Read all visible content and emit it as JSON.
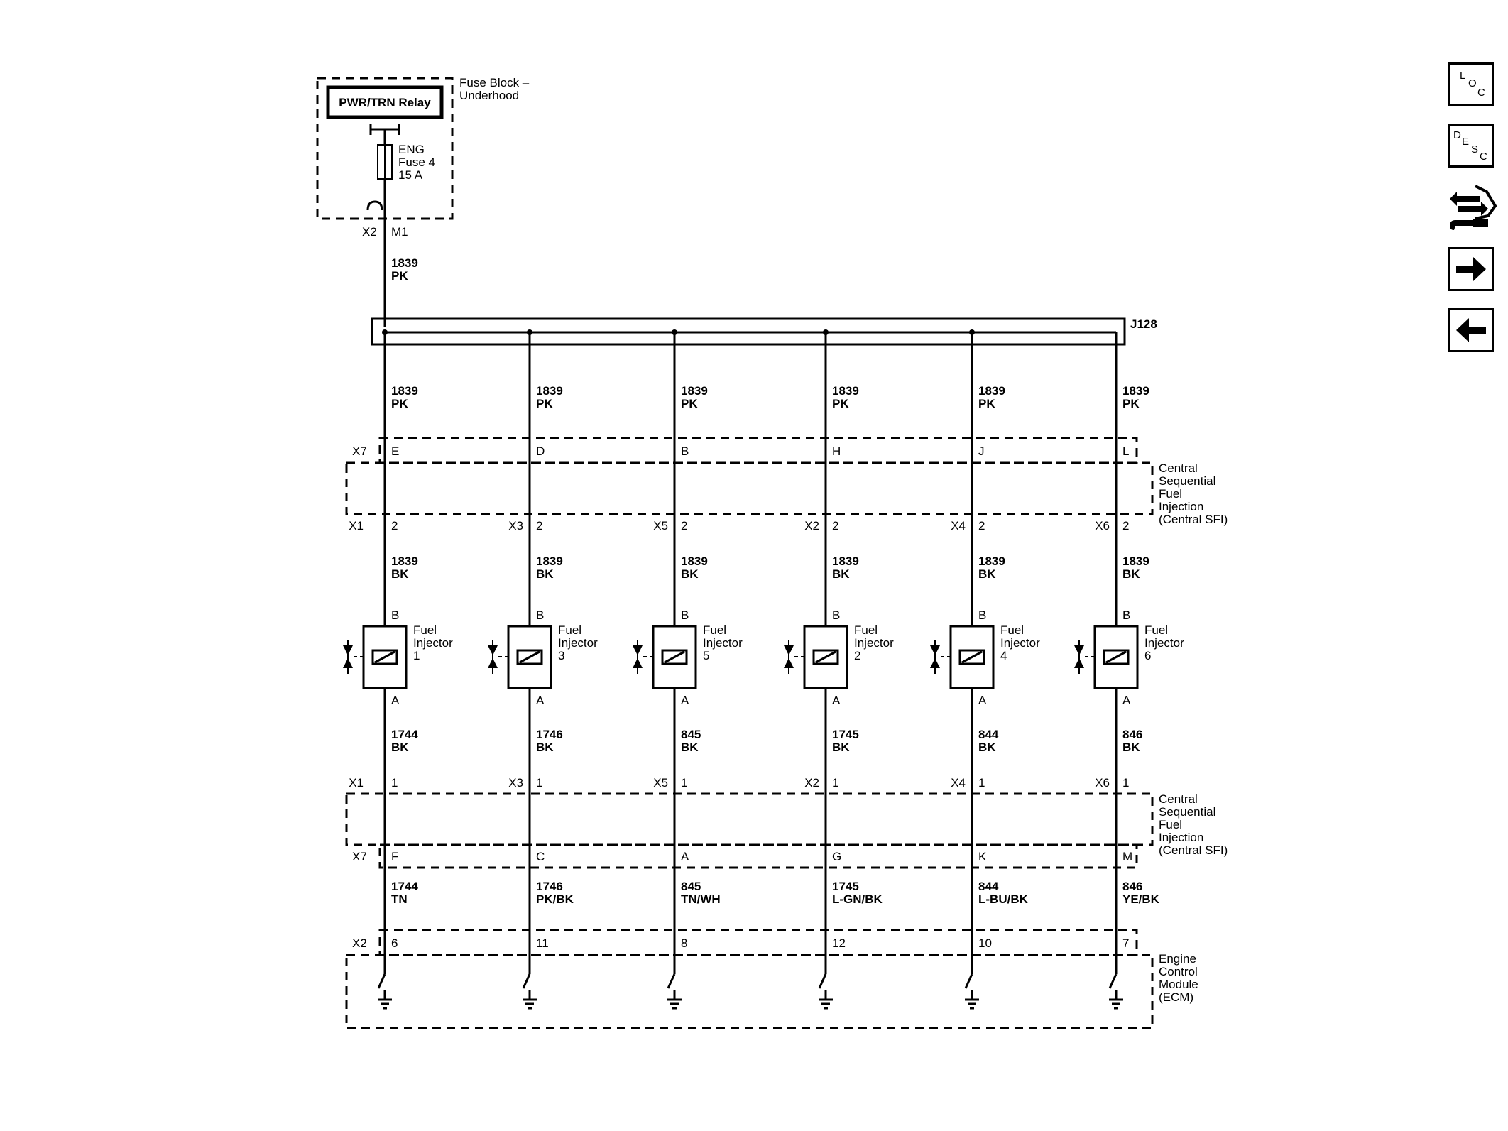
{
  "fuse_block": {
    "title": "Fuse Block –",
    "subtitle": "Underhood",
    "relay": "PWR/TRN Relay",
    "fuse_line1": "ENG",
    "fuse_line2": "Fuse 4",
    "fuse_line3": "15 A",
    "conn": "X2",
    "pin": "M1"
  },
  "feed_wire": {
    "circuit": "1839",
    "color": "PK"
  },
  "splice": {
    "label": "J128"
  },
  "sfi_module": {
    "line1": "Central",
    "line2": "Sequential",
    "line3": "Fuel",
    "line4": "Injection",
    "line5": "(Central SFI)",
    "top_conn": "X7",
    "bottom_conn": "X7"
  },
  "ecm": {
    "line1": "Engine",
    "line2": "Control",
    "line3": "Module",
    "line4": "(ECM)",
    "conn": "X2"
  },
  "branches": [
    {
      "feed_circuit": "1839",
      "feed_color": "PK",
      "x7_top_pin": "E",
      "conn": "X1",
      "pin_top": "2",
      "inj_circuit": "1839",
      "inj_color": "BK",
      "pin_b": "B",
      "label1": "Fuel",
      "label2": "Injector",
      "label3": "1",
      "pin_a": "A",
      "ret_circuit": "1744",
      "ret_color": "BK",
      "pin_bottom": "1",
      "x7_bottom_pin": "F",
      "ecm_circuit": "1744",
      "ecm_color": "TN",
      "ecm_pin": "6"
    },
    {
      "feed_circuit": "1839",
      "feed_color": "PK",
      "x7_top_pin": "D",
      "conn": "X3",
      "pin_top": "2",
      "inj_circuit": "1839",
      "inj_color": "BK",
      "pin_b": "B",
      "label1": "Fuel",
      "label2": "Injector",
      "label3": "3",
      "pin_a": "A",
      "ret_circuit": "1746",
      "ret_color": "BK",
      "pin_bottom": "1",
      "x7_bottom_pin": "C",
      "ecm_circuit": "1746",
      "ecm_color": "PK/BK",
      "ecm_pin": "11"
    },
    {
      "feed_circuit": "1839",
      "feed_color": "PK",
      "x7_top_pin": "B",
      "conn": "X5",
      "pin_top": "2",
      "inj_circuit": "1839",
      "inj_color": "BK",
      "pin_b": "B",
      "label1": "Fuel",
      "label2": "Injector",
      "label3": "5",
      "pin_a": "A",
      "ret_circuit": "845",
      "ret_color": "BK",
      "pin_bottom": "1",
      "x7_bottom_pin": "A",
      "ecm_circuit": "845",
      "ecm_color": "TN/WH",
      "ecm_pin": "8"
    },
    {
      "feed_circuit": "1839",
      "feed_color": "PK",
      "x7_top_pin": "H",
      "conn": "X2",
      "pin_top": "2",
      "inj_circuit": "1839",
      "inj_color": "BK",
      "pin_b": "B",
      "label1": "Fuel",
      "label2": "Injector",
      "label3": "2",
      "pin_a": "A",
      "ret_circuit": "1745",
      "ret_color": "BK",
      "pin_bottom": "1",
      "x7_bottom_pin": "G",
      "ecm_circuit": "1745",
      "ecm_color": "L-GN/BK",
      "ecm_pin": "12"
    },
    {
      "feed_circuit": "1839",
      "feed_color": "PK",
      "x7_top_pin": "J",
      "conn": "X4",
      "pin_top": "2",
      "inj_circuit": "1839",
      "inj_color": "BK",
      "pin_b": "B",
      "label1": "Fuel",
      "label2": "Injector",
      "label3": "4",
      "pin_a": "A",
      "ret_circuit": "844",
      "ret_color": "BK",
      "pin_bottom": "1",
      "x7_bottom_pin": "K",
      "ecm_circuit": "844",
      "ecm_color": "L-BU/BK",
      "ecm_pin": "10"
    },
    {
      "feed_circuit": "1839",
      "feed_color": "PK",
      "x7_top_pin": "L",
      "conn": "X6",
      "pin_top": "2",
      "inj_circuit": "1839",
      "inj_color": "BK",
      "pin_b": "B",
      "label1": "Fuel",
      "label2": "Injector",
      "label3": "6",
      "pin_a": "A",
      "ret_circuit": "846",
      "ret_color": "BK",
      "pin_bottom": "1",
      "x7_bottom_pin": "M",
      "ecm_circuit": "846",
      "ecm_color": "YE/BK",
      "ecm_pin": "7"
    }
  ],
  "nav_buttons": {
    "loc": [
      "L",
      "O",
      "C"
    ],
    "desc": [
      "D",
      "E",
      "S",
      "C"
    ]
  },
  "icons": [
    "connector-list-icon",
    "arrow-right-icon",
    "arrow-left-icon"
  ]
}
